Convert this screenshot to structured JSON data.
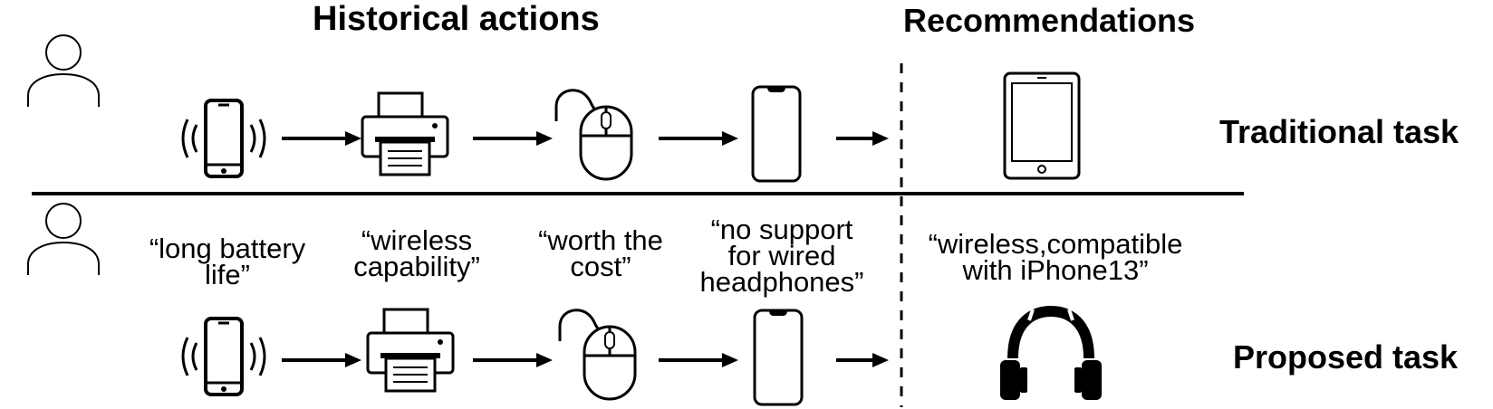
{
  "headers": {
    "historical": "Historical actions",
    "recommendations": "Recommendations"
  },
  "rows": [
    {
      "label": "Traditional task",
      "items": [
        "phone-vibrating-icon",
        "printer-icon",
        "mouse-icon",
        "smartphone-icon"
      ],
      "recommendation": "tablet-icon"
    },
    {
      "label": "Proposed task",
      "items": [
        "phone-vibrating-icon",
        "printer-icon",
        "mouse-icon",
        "smartphone-icon"
      ],
      "quotes": [
        [
          "“long battery",
          "life”"
        ],
        [
          "“wireless",
          "capability”"
        ],
        [
          "“worth the",
          "cost”"
        ],
        [
          "“no support",
          "for wired",
          "headphones”"
        ]
      ],
      "recommendation_quote": [
        "“wireless,compatible",
        "with iPhone13”"
      ],
      "recommendation": "headphones-icon"
    }
  ]
}
